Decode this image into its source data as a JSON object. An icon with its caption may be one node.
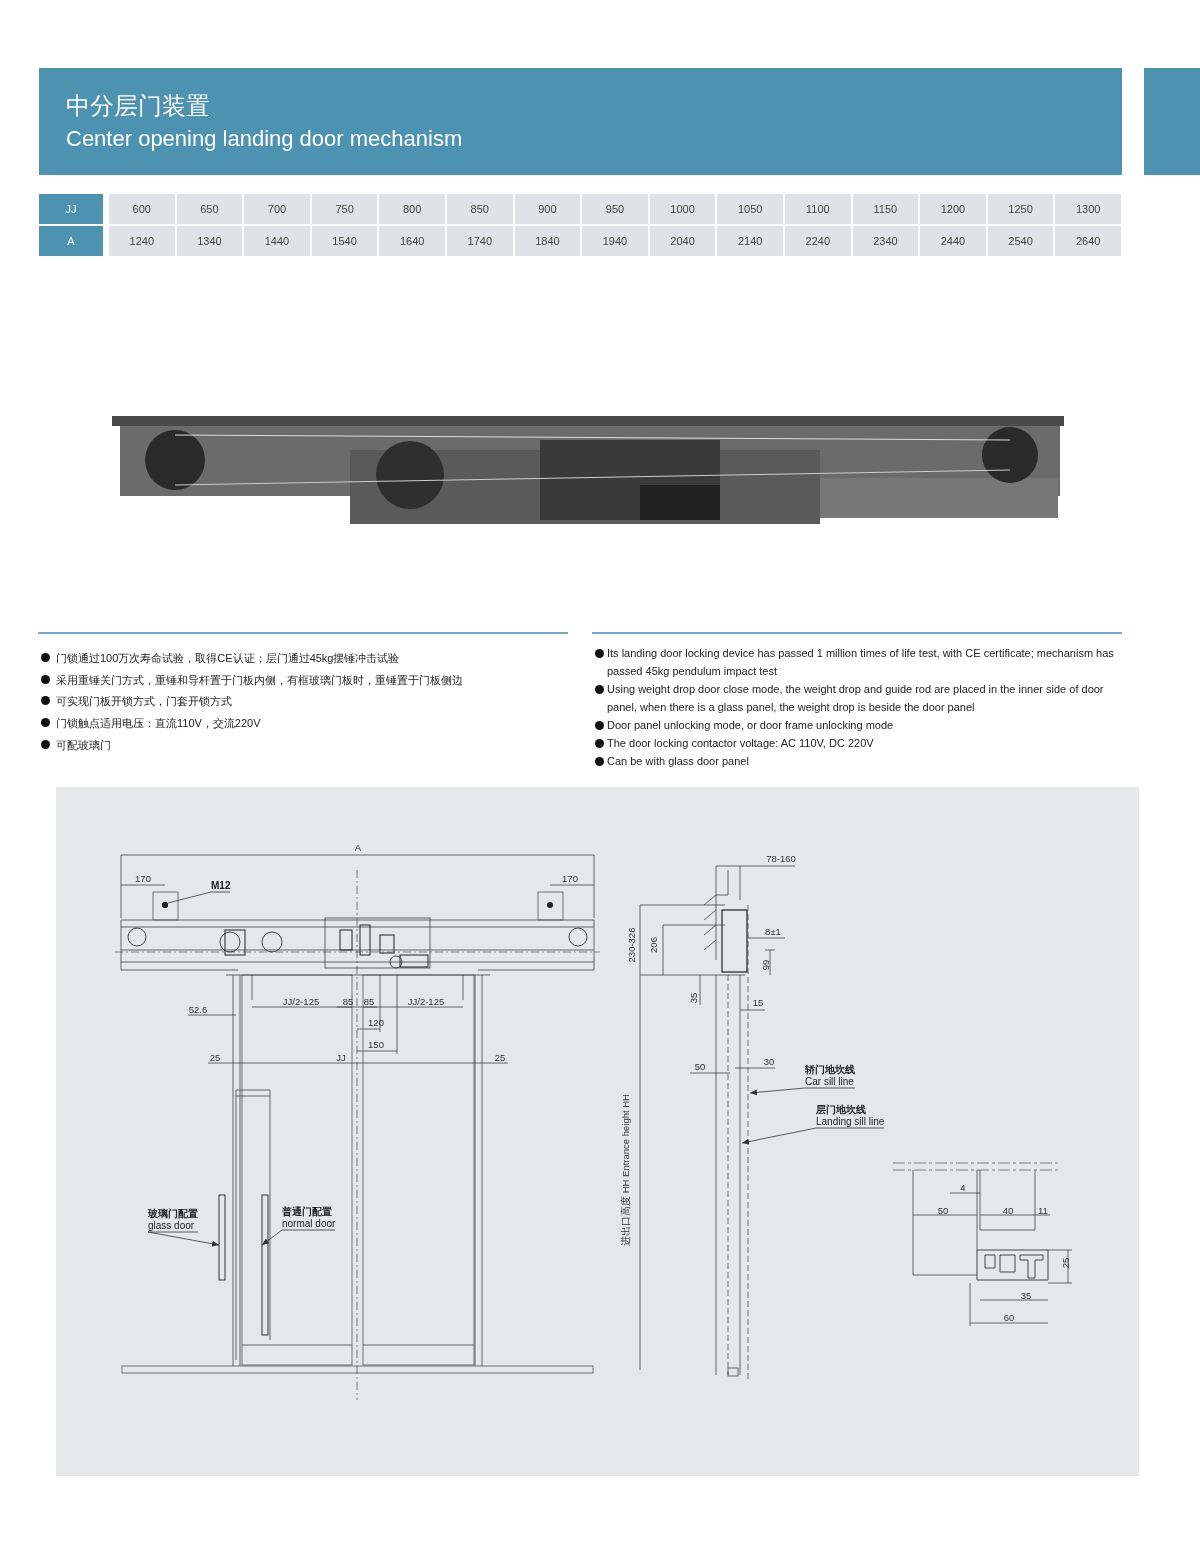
{
  "diagram": {
    "title": "中分层门装置",
    "nodes": [
      {
        "text": [
          "M12"
        ]
      },
      {
        "text": [
          "轿门地坎线",
          "Car sill line"
        ]
      },
      {
        "text": [
          "层门地坎线",
          "Landing sill line"
        ]
      },
      {
        "text": [
          "玻璃门配置",
          "glass door"
        ]
      },
      {
        "text": [
          "普通门配置",
          "normal door"
        ]
      },
      {
        "text": [],
        "shape": "circle"
      },
      {
        "text": [],
        "shape": "picture"
      },
      {
        "text": [],
        "shape": "bar"
      },
      {
        "text": [],
        "shape": "bar"
      }
    ],
    "edges": [
      {
        "from": 0,
        "to": 5,
        "arrow": "none"
      },
      {
        "from": 1,
        "to": 6,
        "arrow": "to"
      },
      {
        "from": 2,
        "to": 6,
        "arrow": "to"
      },
      {
        "from": 3,
        "to": 7,
        "arrow": "to"
      },
      {
        "from": 4,
        "to": 8,
        "arrow": "to"
      }
    ],
    "labels": [
      "Center opening landing door mechanism",
      "JJ",
      "600",
      "650",
      "700",
      "750",
      "800",
      "850",
      "900",
      "950",
      "1000",
      "1050",
      "1100",
      "1150",
      "1200",
      "1250",
      "1300",
      "A",
      "1240",
      "1340",
      "1440",
      "1540",
      "1640",
      "1740",
      "1840",
      "1940",
      "2040",
      "2140",
      "2240",
      "2340",
      "2440",
      "2540",
      "2640",
      "门锁通过100万次寿命试验，取得CE认证；层门通过45kg摆锤冲击试验",
      "采用重锤关门方式，重锤和导杆置于门板内侧，有框玻璃门板时，重锤置于门板侧边",
      "可实现门板开锁方式，门套开锁方式",
      "门锁触点适用电压：直流110V，交流220V",
      "可配玻璃门",
      "Its landing door locking device has passed 1 million times of life test, with CE certificate; mechanism has passed 45kg pendulum impact test",
      "Using weight drop door close mode, the weight drop and guide rod are placed in the inner side of door panel, when there is a glass panel, the weight drop is beside the door panel",
      "Door panel unlocking mode, or door frame unlocking mode",
      "The door locking contactor voltage: AC 110V, DC 220V",
      "Can be with glass door panel",
      "A",
      "170",
      "170",
      "JJ/2-125",
      "85",
      "85",
      "JJ/2-125",
      "52.6",
      "120",
      "150",
      "25",
      "JJ",
      "25",
      "78-160",
      "230-326",
      "206",
      "8±1",
      "99",
      "35",
      "15",
      "50",
      "30",
      "进出口高度 HH Entrance height HH",
      "4",
      "50",
      "40",
      "11",
      "25",
      "35",
      "60"
    ]
  }
}
